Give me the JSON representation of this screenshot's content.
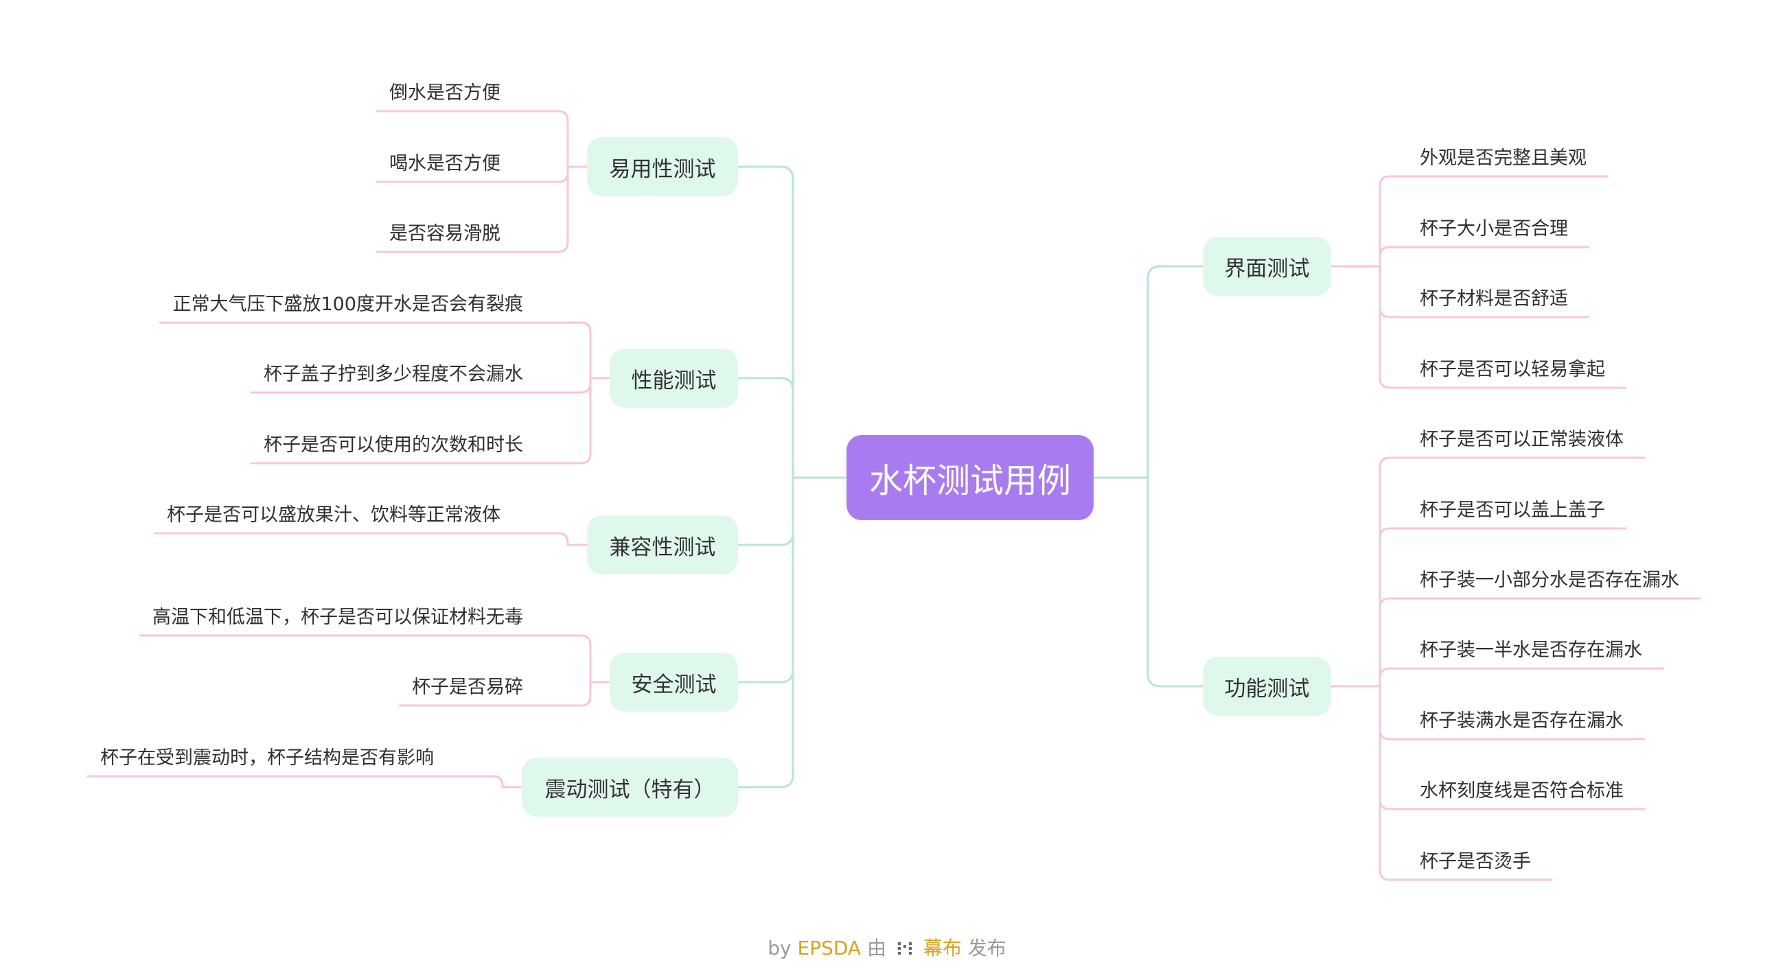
{
  "root": {
    "label": "水杯测试用例"
  },
  "left_branches": [
    {
      "label": "易用性测试",
      "leaves": [
        "倒水是否方便",
        "喝水是否方便",
        "是否容易滑脱"
      ]
    },
    {
      "label": "性能测试",
      "leaves": [
        "正常大气压下盛放100度开水是否会有裂痕",
        "杯子盖子拧到多少程度不会漏水",
        "杯子是否可以使用的次数和时长"
      ]
    },
    {
      "label": "兼容性测试",
      "leaves": [
        "杯子是否可以盛放果汁、饮料等正常液体"
      ]
    },
    {
      "label": "安全测试",
      "leaves": [
        "高温下和低温下，杯子是否可以保证材料无毒",
        "杯子是否易碎"
      ]
    },
    {
      "label": "震动测试（特有）",
      "leaves": [
        "杯子在受到震动时，杯子结构是否有影响"
      ]
    }
  ],
  "right_branches": [
    {
      "label": "界面测试",
      "leaves": [
        "外观是否完整且美观",
        "杯子大小是否合理",
        "杯子材料是否舒适",
        "杯子是否可以轻易拿起"
      ]
    },
    {
      "label": "功能测试",
      "leaves": [
        "杯子是否可以正常装液体",
        "杯子是否可以盖上盖子",
        "杯子装一小部分水是否存在漏水",
        "杯子装一半水是否存在漏水",
        "杯子装满水是否存在漏水",
        "水杯刻度线是否符合标准",
        "杯子是否烫手"
      ]
    }
  ],
  "footer": {
    "by": "by",
    "author": "EPSDA",
    "via": "由",
    "platform": "幕布",
    "published": "发布"
  },
  "colors": {
    "root": "#a87cf0",
    "branch_bg": "#dff8ec",
    "branch_line": "#b8e6cf",
    "leaf_line": "#f8c7d3",
    "brand": "#d7a21f"
  }
}
